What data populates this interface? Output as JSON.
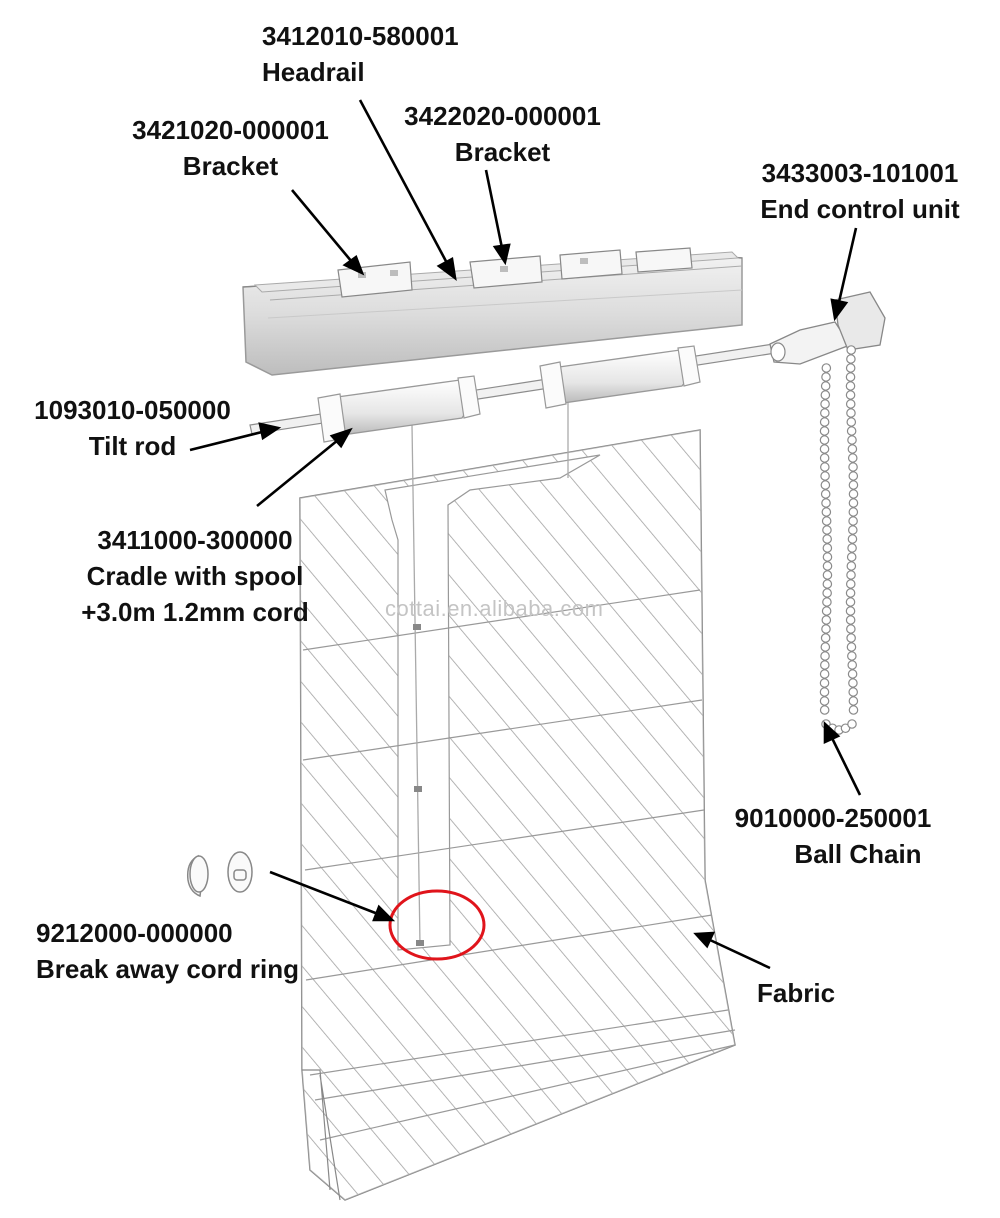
{
  "labels": {
    "headrail": {
      "code": "3412010-580001",
      "name": "Headrail"
    },
    "bracket_left": {
      "code": "3421020-000001",
      "name": "Bracket"
    },
    "bracket_right": {
      "code": "3422020-000001",
      "name": "Bracket"
    },
    "end_control": {
      "code": "3433003-101001",
      "name": "End control unit"
    },
    "tilt_rod": {
      "code": "1093010-050000",
      "name": "Tilt rod"
    },
    "cradle": {
      "code": "3411000-300000",
      "line2": "Cradle with spool",
      "line3": "+3.0m 1.2mm cord"
    },
    "ball_chain": {
      "code": "9010000-250001",
      "name": "Ball Chain"
    },
    "cord_ring": {
      "code": "9212000-000000",
      "name": "Break away cord ring"
    },
    "fabric": {
      "name": "Fabric"
    }
  },
  "watermark": "cottai.en.alibaba.com",
  "colors": {
    "highlight_circle": "#e0141b",
    "line": "#000000",
    "hatch": "#6f6f6f"
  }
}
